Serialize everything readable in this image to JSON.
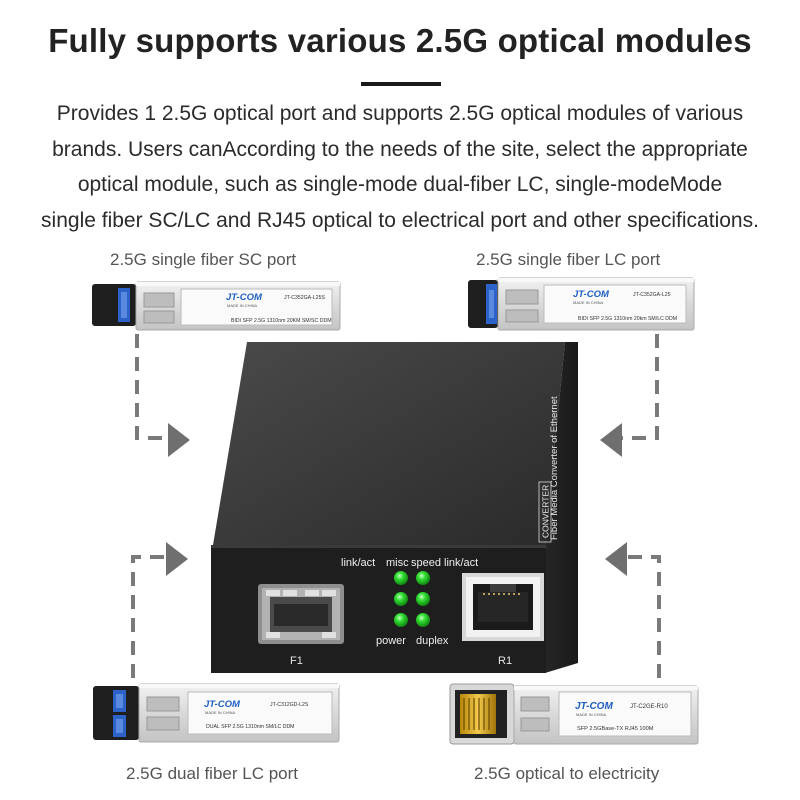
{
  "heading": "Fully supports various 2.5G optical modules",
  "description": [
    "Provides 1 2.5G optical port and supports 2.5G optical modules of various",
    "brands. Users canAccording to the needs of the site, select the appropriate",
    "optical module, such as single-mode dual-fiber LC, single-modeMode",
    "single fiber SC/LC and RJ45 optical to electrical port and other specifications."
  ],
  "modules": {
    "top_left": {
      "caption": "2.5G single fiber SC port",
      "brand": "JT-COM",
      "made_in": "MADE IN CHINA",
      "model": "JT-C352GA-L25S",
      "spec": "BIDI SFP 2.5G 1310nm 20KM SM/SC DDM"
    },
    "top_right": {
      "caption": "2.5G single fiber LC port",
      "brand": "JT-COM",
      "made_in": "MADE IN CHINA",
      "model": "JT-C352GA-L25",
      "spec": "BIDI SFP 2.5G 1310nm 20km SM/LC DDM"
    },
    "bottom_left": {
      "caption": "2.5G dual fiber LC port",
      "brand": "JT-COM",
      "made_in": "MADE IN CHINA",
      "model": "JT-C312GD-L2S",
      "spec": "DUAL SFP 2.5G 1310nm SM/LC DDM"
    },
    "bottom_right": {
      "caption": "2.5G optical to electricity",
      "brand": "JT-COM",
      "made_in": "MADE IN CHINA",
      "model": "JT-C2GE-R10",
      "spec": "SFP 2.5GBase-TX RJ45 100M"
    }
  },
  "device": {
    "side_text": "Fiber Media Converter of Ethernet",
    "side_badge": "CONVERTER",
    "led_labels": {
      "link_act_left": "link/act",
      "misc": "misc",
      "speed": "speed",
      "link_act_right": "link/act",
      "power": "power",
      "duplex": "duplex"
    },
    "port_f1": "F1",
    "port_r1": "R1"
  },
  "colors": {
    "led": "#2fd12f",
    "body": "#2a2a2a",
    "arrow": "#777777",
    "brand": "#1f5fc4"
  }
}
